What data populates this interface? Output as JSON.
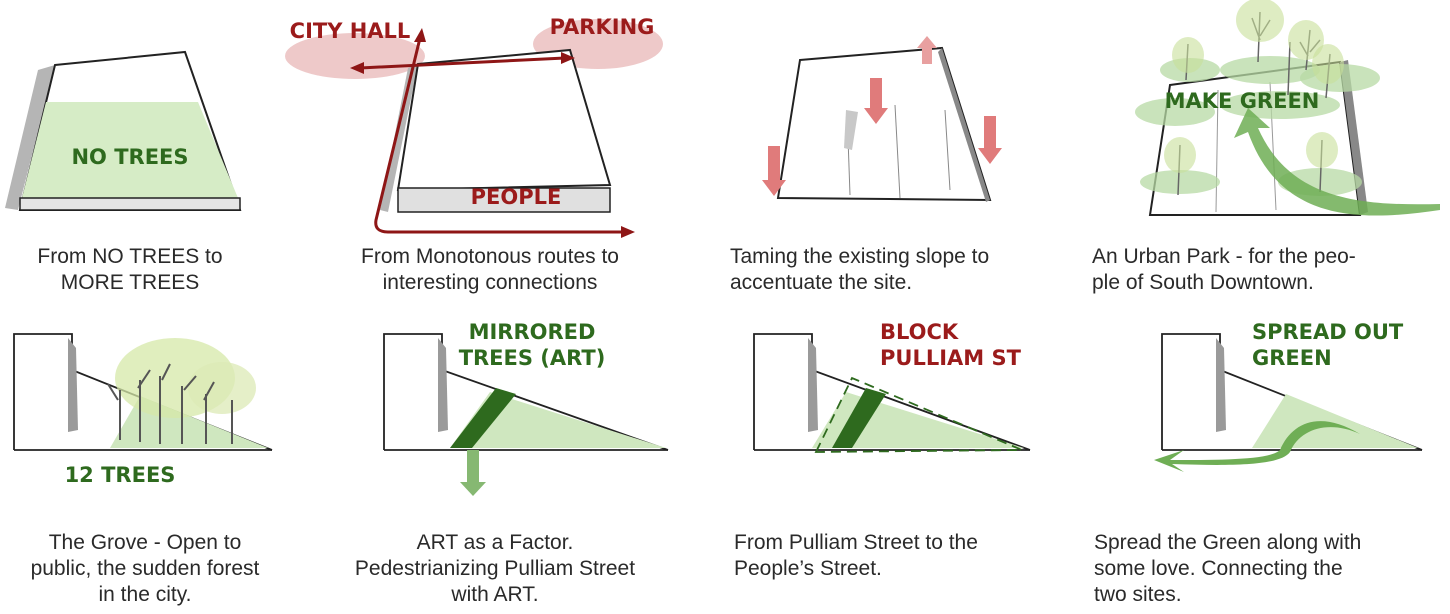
{
  "colors": {
    "label_green": "#2e6a1e",
    "label_red": "#9b1b1b",
    "soft_green": "#d6ecc6",
    "soft_red": "#e8b7b7",
    "shadow_gray": "#a8a8a8"
  },
  "panels": [
    {
      "label": "NO TREES",
      "caption_lines": [
        "From NO TREES to",
        "MORE TREES"
      ]
    },
    {
      "labels": [
        "CITY HALL",
        "PARKING",
        "PEOPLE"
      ],
      "caption_lines": [
        "From Monotonous routes to",
        "interesting connections"
      ]
    },
    {
      "caption_lines": [
        "Taming the existing slope to",
        "accentuate the site."
      ]
    },
    {
      "label": "MAKE GREEN",
      "caption_lines": [
        "An Urban Park - for the peo-",
        "ple of South Downtown."
      ]
    },
    {
      "label": "12 TREES",
      "caption_lines": [
        "The Grove - Open to",
        "public, the sudden forest",
        "in the city."
      ]
    },
    {
      "label_lines": [
        "MIRRORED",
        "TREES (ART)"
      ],
      "caption_lines": [
        "ART as a Factor.",
        "Pedestrianizing Pulliam Street",
        "with ART."
      ]
    },
    {
      "label_lines": [
        "BLOCK",
        "PULLIAM ST"
      ],
      "caption_lines": [
        "From Pulliam Street to the",
        "People’s Street."
      ]
    },
    {
      "label_lines": [
        "SPREAD OUT",
        "GREEN"
      ],
      "caption_lines": [
        "Spread the Green along with",
        "some love. Connecting the",
        "two sites."
      ]
    }
  ]
}
